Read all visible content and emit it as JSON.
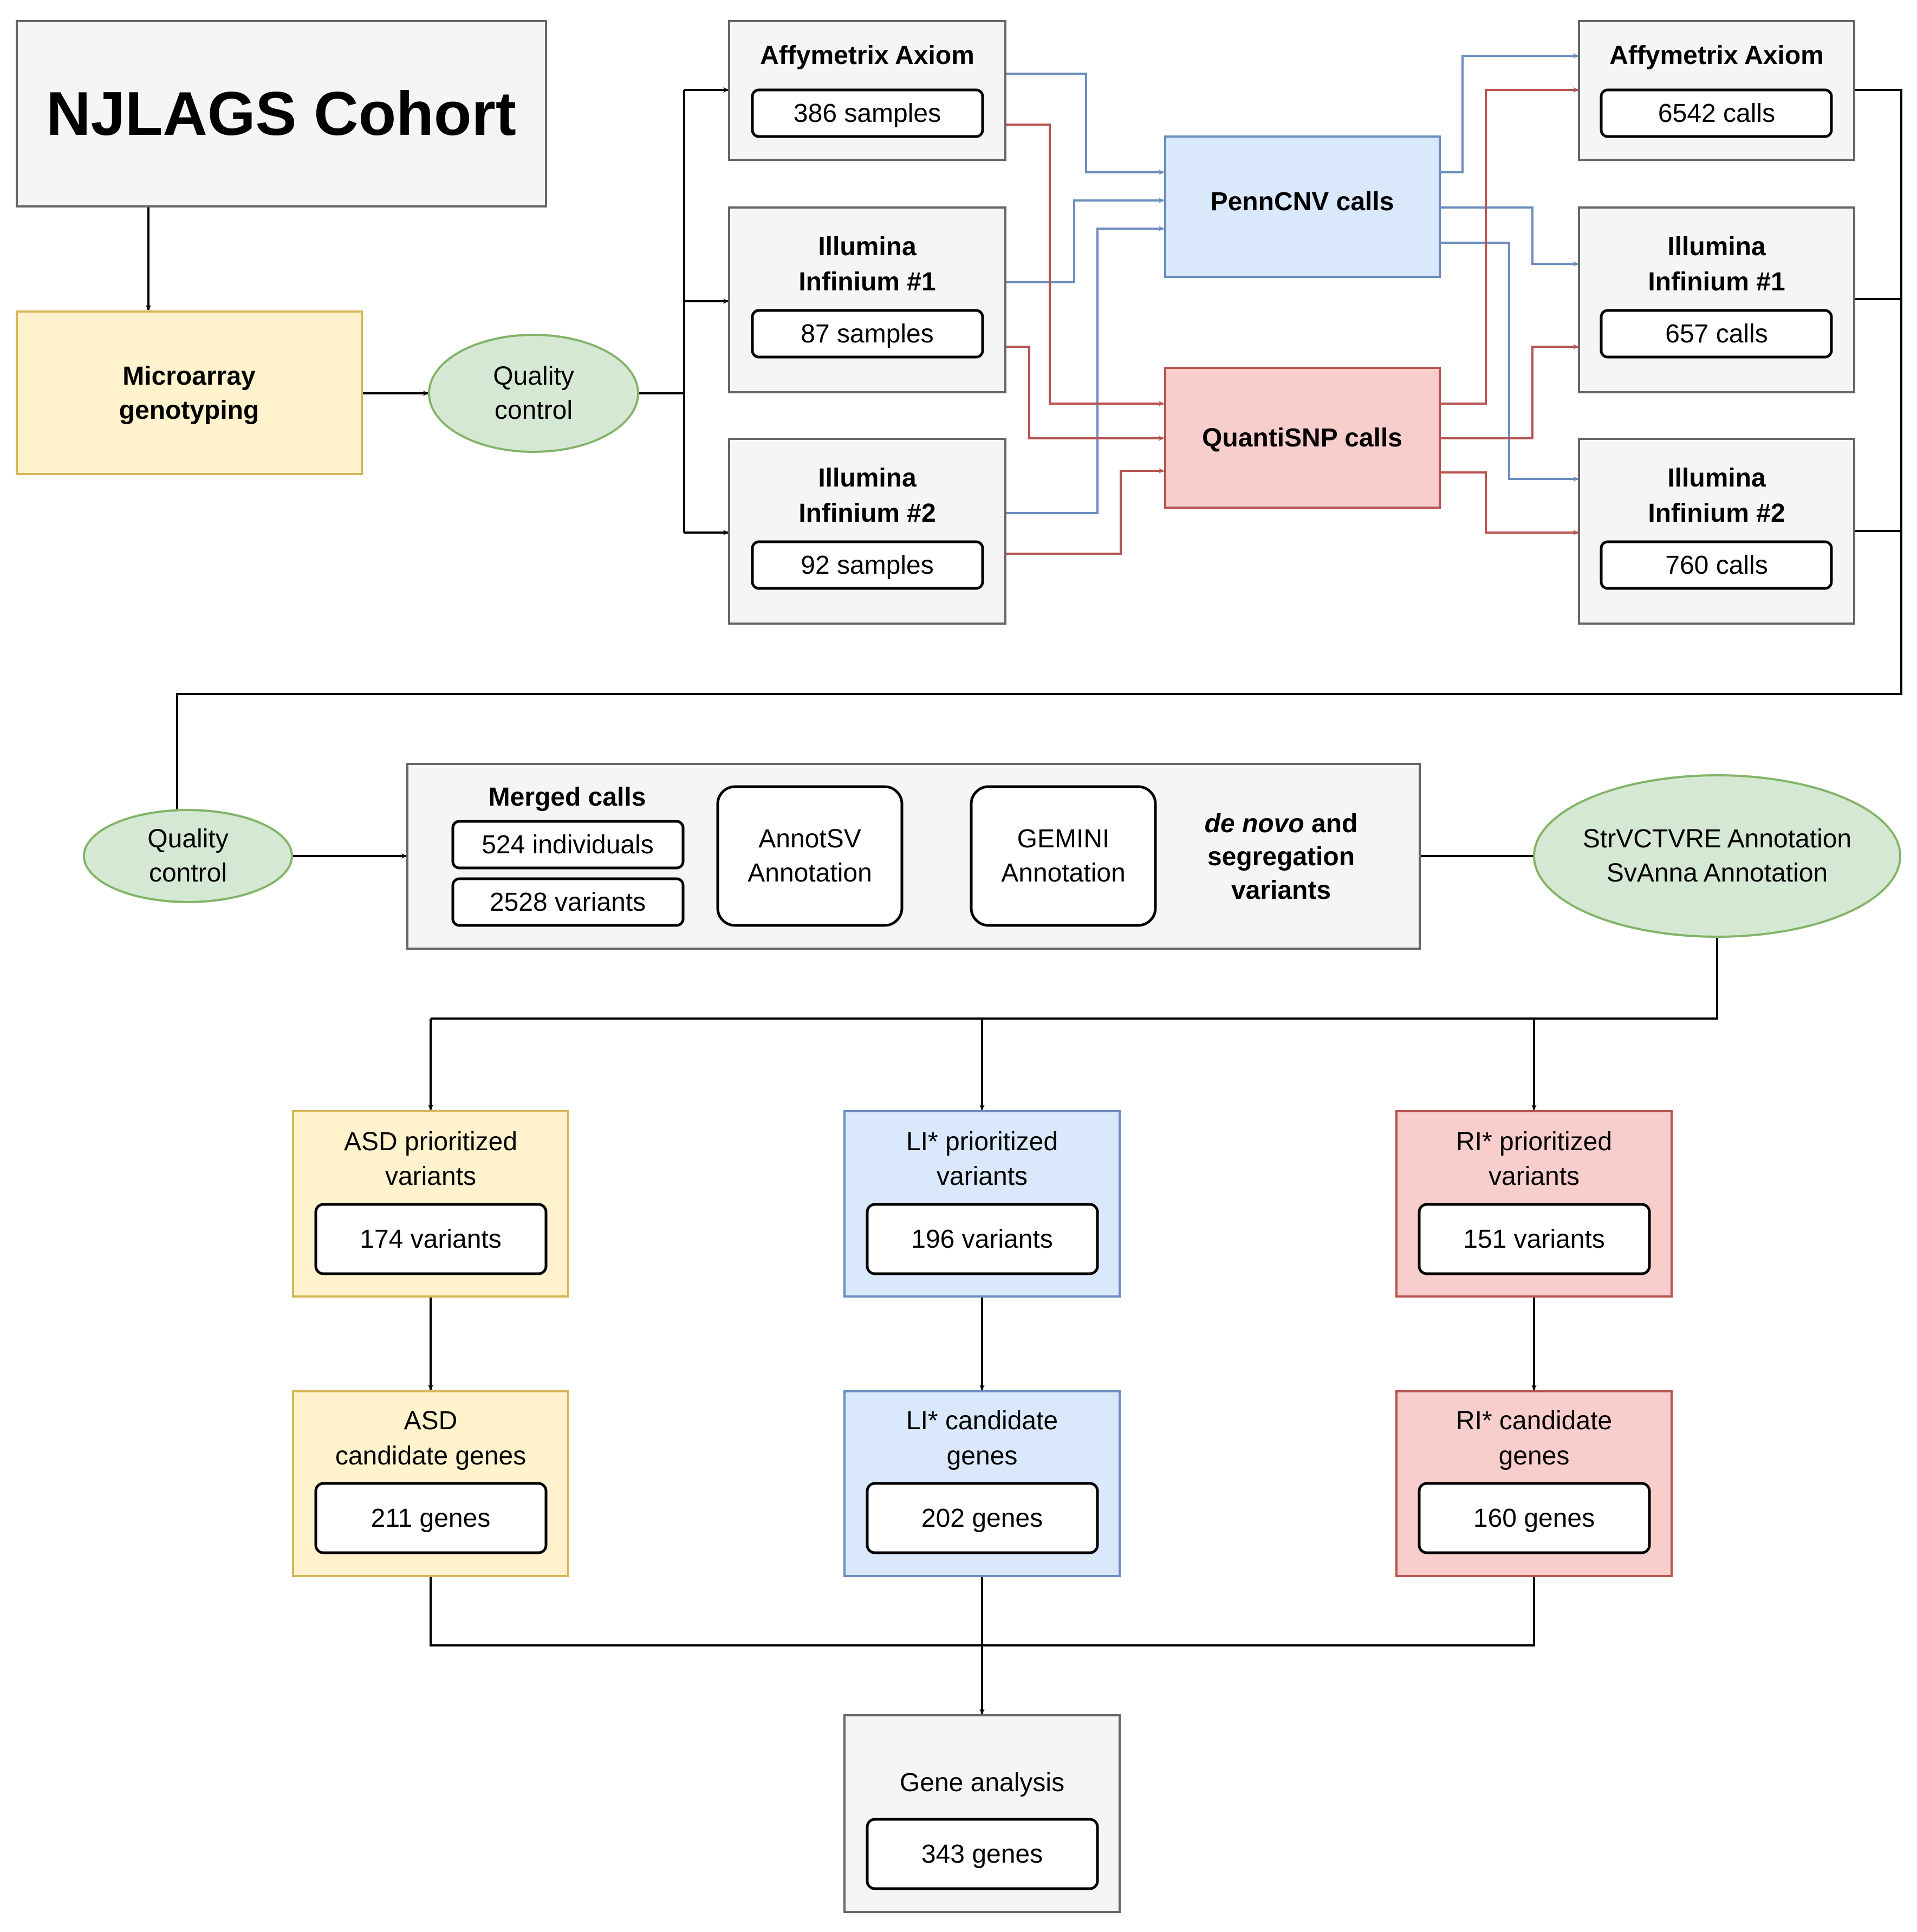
{
  "colors": {
    "grey_fill": "#f5f5f5",
    "grey_stroke": "#666666",
    "yellow_fill": "#fff2cc",
    "yellow_stroke": "#d6b656",
    "blue_fill": "#dae8fc",
    "blue_stroke": "#6c8ebf",
    "red_fill": "#f8cecc",
    "red_stroke": "#b85450",
    "green_fill": "#d5e8d4",
    "green_stroke": "#82b366"
  },
  "cohort": {
    "title": "NJLAGS Cohort"
  },
  "genotyping": {
    "line1": "Microarray",
    "line2": "genotyping"
  },
  "qc1": {
    "line1": "Quality",
    "line2": "control"
  },
  "platforms": [
    {
      "name1": "Affymetrix Axiom",
      "name2": "",
      "samples": "386 samples"
    },
    {
      "name1": "Illumina",
      "name2": "Infinium #1",
      "samples": "87 samples"
    },
    {
      "name1": "Illumina",
      "name2": "Infinium #2",
      "samples": "92 samples"
    }
  ],
  "callers": {
    "penncnv": "PennCNV calls",
    "quantisnp": "QuantiSNP calls"
  },
  "call_sets": [
    {
      "name1": "Affymetrix Axiom",
      "name2": "",
      "calls": "6542 calls"
    },
    {
      "name1": "Illumina",
      "name2": "Infinium #1",
      "calls": "657 calls"
    },
    {
      "name1": "Illumina",
      "name2": "Infinium #2",
      "calls": "760 calls"
    }
  ],
  "qc2": {
    "line1": "Quality",
    "line2": "control"
  },
  "merged": {
    "title": "Merged calls",
    "individuals": "524 individuals",
    "variants": "2528 variants",
    "annotsv": {
      "line1": "AnnotSV",
      "line2": "Annotation"
    },
    "gemini": {
      "line1": "GEMINI",
      "line2": "Annotation"
    },
    "denovo": {
      "italic": "de novo",
      "rest": " and",
      "line2": "segregation",
      "line3": "variants"
    }
  },
  "strvctvre": {
    "line1": "StrVCTVRE Annotation",
    "line2": "SvAnna Annotation"
  },
  "prioritized": [
    {
      "line1": "ASD prioritized",
      "line2": "variants",
      "count": "174 variants"
    },
    {
      "line1": "LI* prioritized",
      "line2": "variants",
      "count": "196 variants"
    },
    {
      "line1": "RI* prioritized",
      "line2": "variants",
      "count": "151 variants"
    }
  ],
  "candidates": [
    {
      "line1": "ASD",
      "line2": "candidate genes",
      "count": "211 genes"
    },
    {
      "line1": "LI* candidate",
      "line2": "genes",
      "count": "202 genes"
    },
    {
      "line1": "RI* candidate",
      "line2": "genes",
      "count": "160 genes"
    }
  ],
  "gene_analysis": {
    "title": "Gene analysis",
    "count": "343 genes"
  }
}
